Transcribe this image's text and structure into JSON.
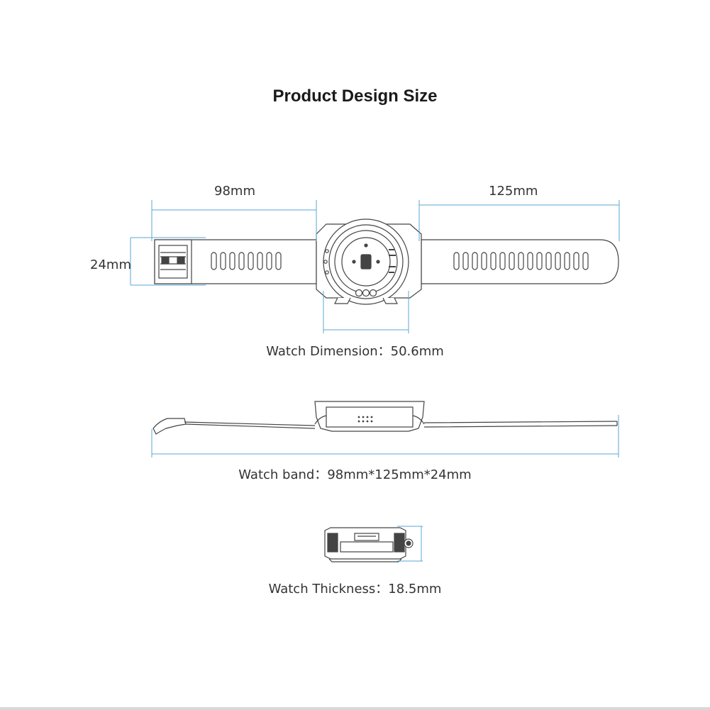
{
  "title": "Product Design Size",
  "dimensions": {
    "band_short": "98mm",
    "band_long": "125mm",
    "band_width": "24mm"
  },
  "captions": {
    "dimension": "Watch Dimension：50.6mm",
    "band": "Watch band：98mm*125mm*24mm",
    "thickness": "Watch Thickness：18.5mm"
  },
  "colors": {
    "outline": "#444444",
    "dimension_line": "#5aa7d6",
    "text": "#333333"
  }
}
